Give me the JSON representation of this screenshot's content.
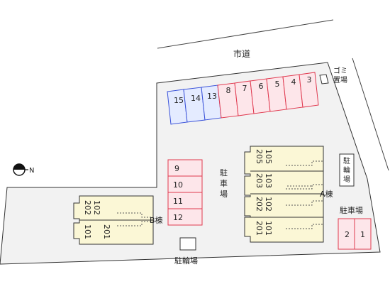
{
  "road_label": "市道",
  "labels": {
    "garbage_line1": "ゴミ",
    "garbage_line2": "置場",
    "parking_center": "駐車場",
    "parking_right": "駐車場",
    "bike_bottom": "駐輪場",
    "bike_right": "駐輪場",
    "building_a": "A棟",
    "building_b": "B棟"
  },
  "parking": {
    "top_blue": [
      "15",
      "14",
      "13"
    ],
    "top_red": [
      "8",
      "7",
      "6",
      "5",
      "4",
      "3"
    ],
    "center": [
      "9",
      "10",
      "11",
      "12"
    ],
    "right": [
      "2",
      "1"
    ]
  },
  "building_a_units": [
    [
      "205",
      "105"
    ],
    [
      "203",
      "103"
    ],
    [
      "202",
      "102"
    ],
    [
      "201",
      "101"
    ]
  ],
  "building_b_units": [
    [
      "202",
      "102"
    ],
    [
      "201",
      "101"
    ]
  ],
  "north_symbol": "N",
  "colors": {
    "site_fill": "#f2f2f2",
    "building_fill": "#fbf7d6",
    "red_stroke": "#e0394f",
    "red_fill": "#fde6ea",
    "blue_stroke": "#3a52d9",
    "blue_fill": "#e4ebff"
  }
}
